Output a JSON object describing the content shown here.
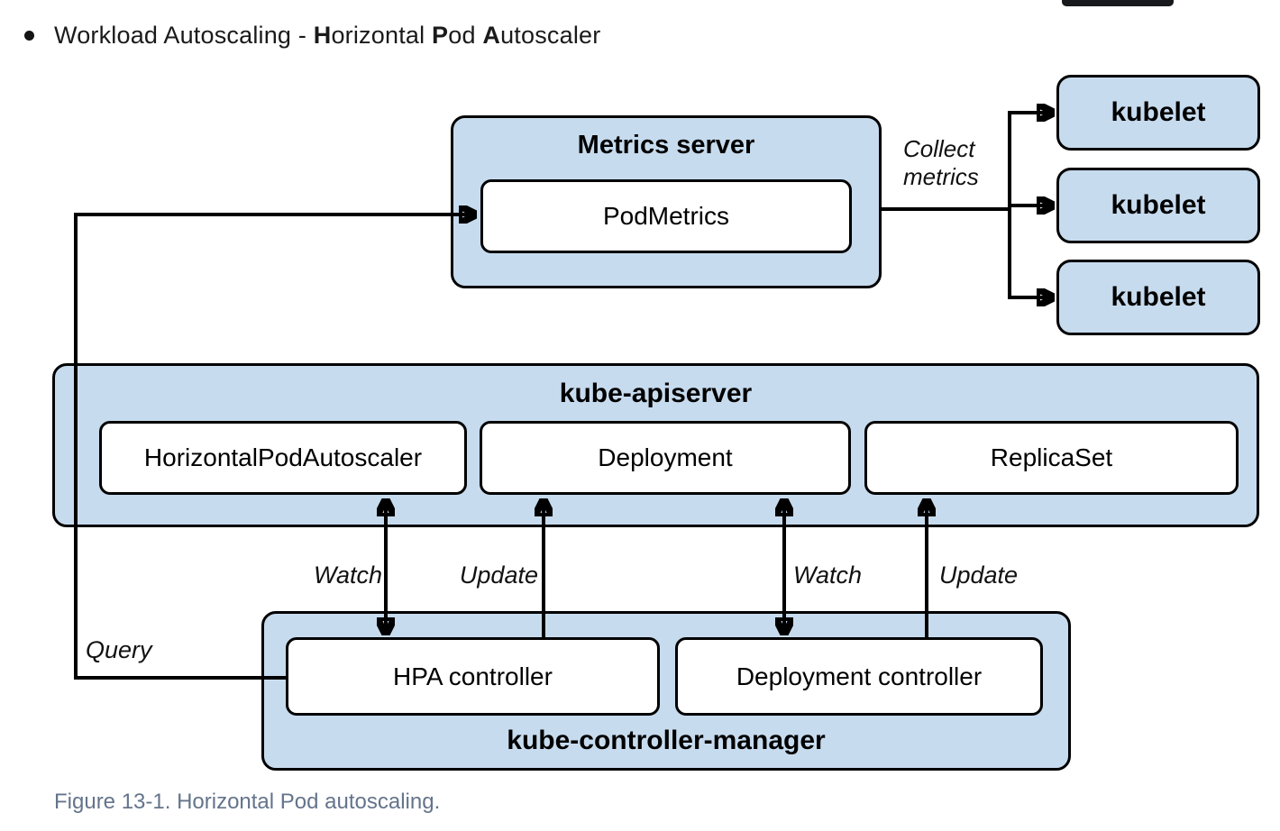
{
  "heading": {
    "part1": "Workload Autoscaling - ",
    "h": "H",
    "part2": "orizontal ",
    "p": "P",
    "part3": "od ",
    "a": "A",
    "part4": "utoscaler"
  },
  "figure": {
    "caption": "Figure 13-1. Horizontal Pod autoscaling."
  },
  "diagram": {
    "metrics_server": {
      "title": "Metrics server",
      "pod_metrics": "PodMetrics"
    },
    "kubelets": [
      "kubelet",
      "kubelet",
      "kubelet"
    ],
    "kube_apiserver": {
      "title": "kube-apiserver",
      "resources": [
        "HorizontalPodAutoscaler",
        "Deployment",
        "ReplicaSet"
      ]
    },
    "kube_controller_manager": {
      "title": "kube-controller-manager",
      "controllers": [
        "HPA controller",
        "Deployment controller"
      ]
    },
    "edge_labels": {
      "collect_metrics": "Collect metrics",
      "watch_left": "Watch",
      "update_left": "Update",
      "watch_right": "Watch",
      "update_right": "Update",
      "query": "Query"
    },
    "colors": {
      "node_fill": "#c7dbee",
      "node_border": "#000000",
      "caption_text": "#64748b"
    }
  }
}
